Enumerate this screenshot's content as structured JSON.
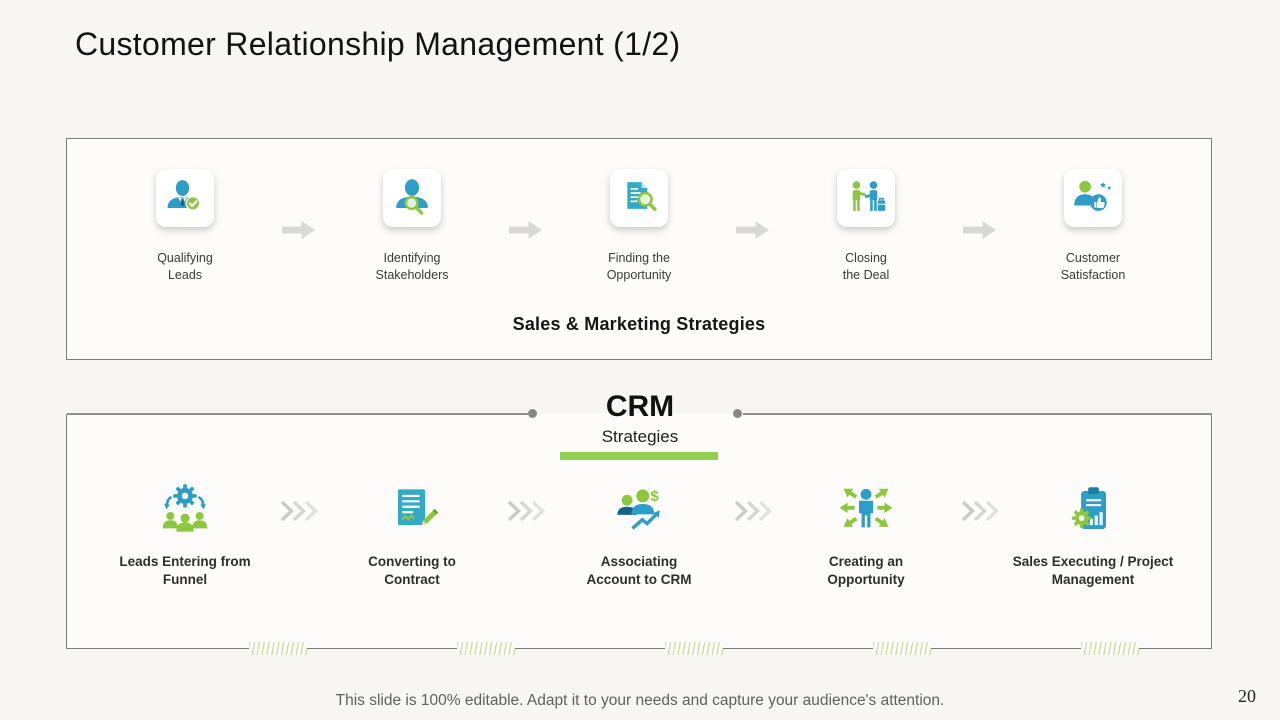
{
  "slide": {
    "title": "Customer Relationship Management (1/2)",
    "footer_note": "This slide is 100% editable. Adapt it to your needs and capture your audience's attention.",
    "page_number": "20"
  },
  "colors": {
    "blue": "#2e9dc8",
    "green": "#8dc63f",
    "underline_green": "#92d050",
    "arrow_gray": "#d8d8d8",
    "border_gray": "#7c7c7c"
  },
  "top_section": {
    "caption": "Sales & Marketing Strategies",
    "steps": [
      {
        "icon": "qualifying-leads-icon",
        "label": [
          "Qualifying",
          "Leads"
        ]
      },
      {
        "icon": "identifying-stakeholders-icon",
        "label": [
          "Identifying",
          "Stakeholders"
        ]
      },
      {
        "icon": "finding-opportunity-icon",
        "label": [
          "Finding the",
          "Opportunity"
        ]
      },
      {
        "icon": "closing-deal-icon",
        "label": [
          "Closing",
          "the Deal"
        ]
      },
      {
        "icon": "customer-satisfaction-icon",
        "label": [
          "Customer",
          "Satisfaction"
        ]
      }
    ]
  },
  "crm_divider": {
    "title": "CRM",
    "subtitle": "Strategies"
  },
  "bottom_section": {
    "steps": [
      {
        "icon": "leads-entering-funnel-icon",
        "label": [
          "Leads Entering from",
          "Funnel"
        ]
      },
      {
        "icon": "converting-to-contract-icon",
        "label": [
          "Converting to",
          "Contract"
        ]
      },
      {
        "icon": "associating-account-crm-icon",
        "label": [
          "Associating",
          "Account to CRM"
        ]
      },
      {
        "icon": "creating-opportunity-icon",
        "label": [
          "Creating an",
          "Opportunity"
        ]
      },
      {
        "icon": "sales-executing-icon",
        "label": [
          "Sales Executing / Project",
          "Management"
        ]
      }
    ]
  }
}
